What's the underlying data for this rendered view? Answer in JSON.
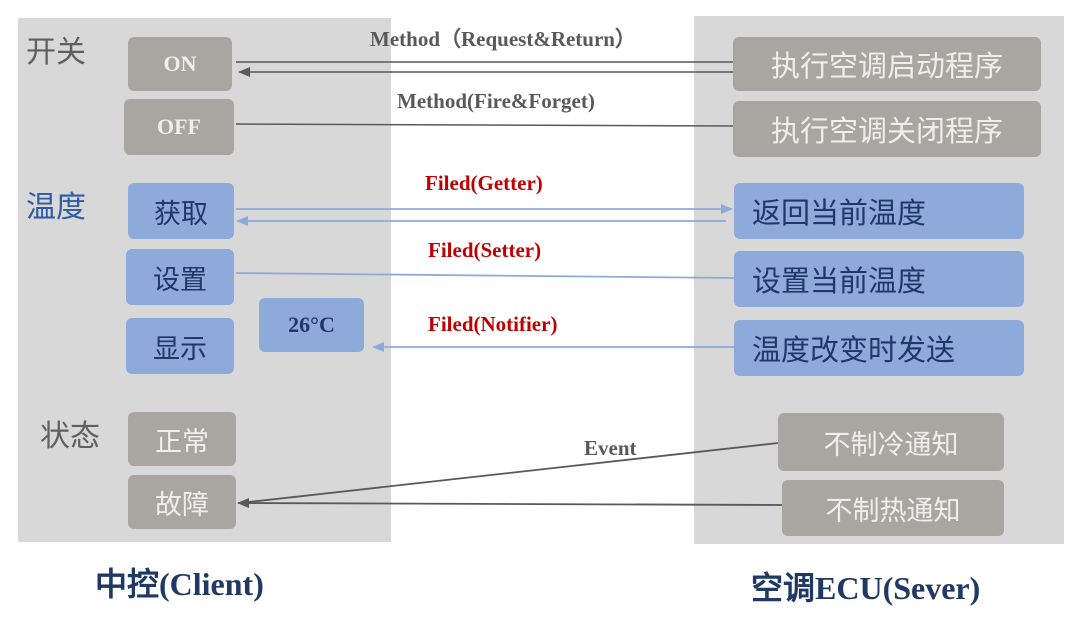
{
  "client": {
    "groups": {
      "switch": "开关",
      "temperature": "温度",
      "status": "状态"
    },
    "buttons": {
      "on": "ON",
      "off": "OFF",
      "get": "获取",
      "set": "设置",
      "display": "显示",
      "normal": "正常",
      "fault": "故障"
    },
    "temp_value": "26°C",
    "footer": "中控(Client)"
  },
  "server": {
    "boxes": {
      "start": "执行空调启动程序",
      "stop": "执行空调关闭程序",
      "return_temp": "返回当前温度",
      "set_temp": "设置当前温度",
      "send_on_change": "温度改变时发送",
      "no_cooling": "不制冷通知",
      "no_heating": "不制热通知"
    },
    "footer": "空调ECU(Sever)"
  },
  "links": {
    "method_rr": "Method（Request&Return）",
    "method_ff": "Method(Fire&Forget)",
    "getter": "Filed(Getter)",
    "setter": "Filed(Setter)",
    "notifier": "Filed(Notifier)",
    "event": "Event"
  },
  "colors": {
    "panel": "#d8d8d8",
    "gray_box": "#a9a6a2",
    "blue_box": "#8eaadb",
    "blue_text": "#2f5aa5",
    "red_label": "#c00000",
    "gray_arrow": "#595959",
    "blue_arrow": "#8eaadb"
  }
}
